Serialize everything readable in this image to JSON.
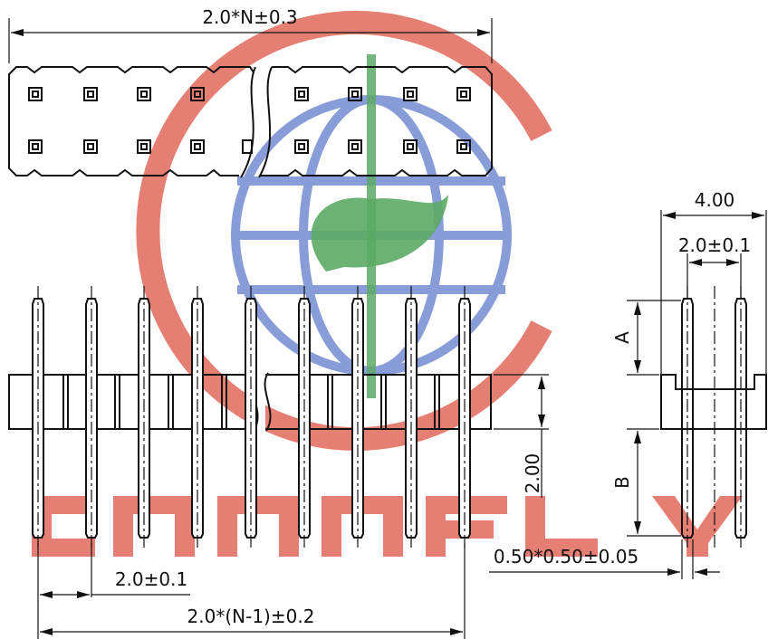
{
  "watermark": {
    "brand_text": "CONNFLY",
    "colors": {
      "red": "#dc4d3c",
      "blue": "#4f6fc4",
      "green": "#3f9a4a"
    }
  },
  "drawing": {
    "dim_top_length": "2.0*N±0.3",
    "dim_header_width": "4.00",
    "dim_row_pitch": "2.0±0.1",
    "dim_label_a": "A",
    "dim_label_b": "B",
    "dim_body_height": "2.00",
    "dim_pin_size": "0.50*0.50±0.05",
    "dim_pin_pitch": "2.0±0.1",
    "dim_total_pitch": "2.0*(N-1)±0.2"
  }
}
